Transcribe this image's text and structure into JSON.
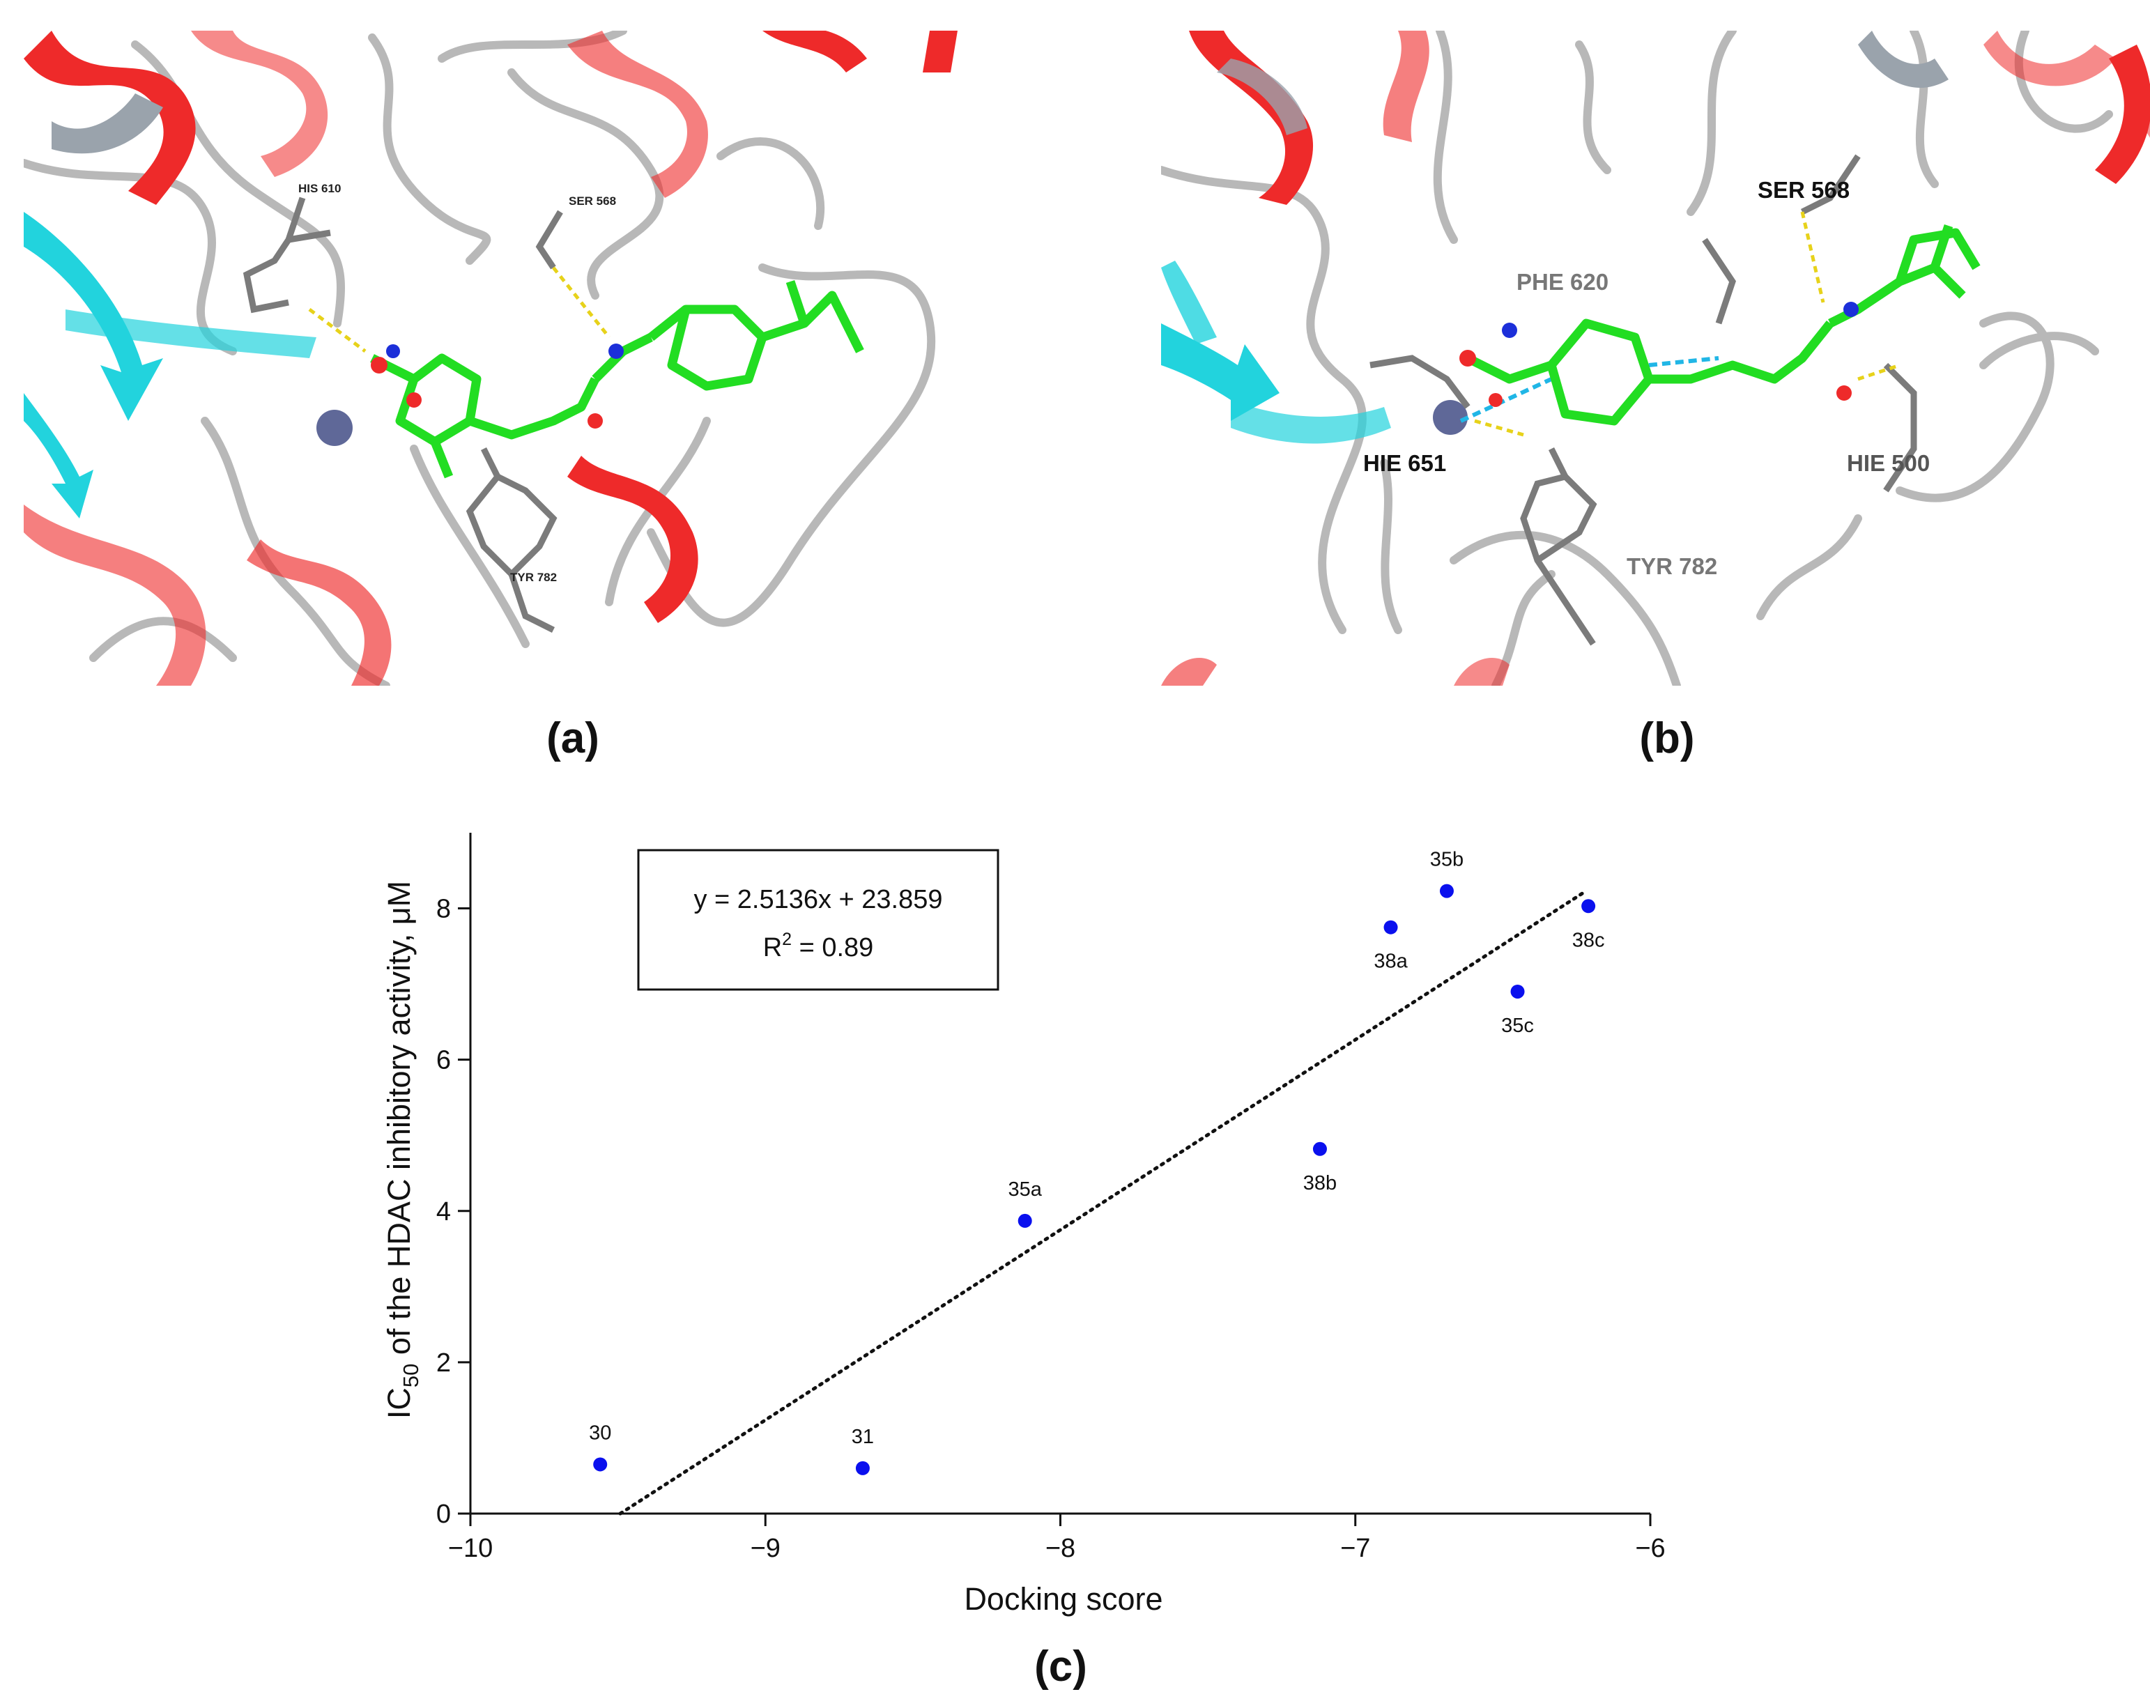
{
  "panel_a": {
    "label": "(a)",
    "residues": [
      "HIS 610",
      "SER 568",
      "TYR 782"
    ]
  },
  "panel_b": {
    "label": "(b)",
    "residues": [
      "SER 568",
      "PHE 620",
      "HIE 651",
      "HIE 500",
      "TYR 782"
    ]
  },
  "panel_c": {
    "label": "(c)"
  },
  "colors": {
    "helix": "#ee2a2a",
    "sheet": "#22d3dd",
    "coil": "#b5b5b5",
    "ligand": "#22dd22",
    "point": "#0a10ee",
    "hbond": "#e7d21a",
    "pi_bond": "#20b6e6",
    "zinc": "#5f6898"
  },
  "chart_data": {
    "type": "scatter",
    "xlabel": "Docking score",
    "ylabel_prefix": "IC",
    "ylabel_subscript": "50",
    "ylabel_suffix": " of the HDAC inhibitory activity, μM",
    "xlim": [
      -10,
      -6
    ],
    "ylim": [
      0,
      9
    ],
    "x_ticks": [
      -10,
      -9,
      -8,
      -7,
      -6
    ],
    "x_tick_labels": [
      "−10",
      "−9",
      "−8",
      "−7",
      "−6"
    ],
    "y_ticks": [
      0,
      2,
      4,
      6,
      8
    ],
    "y_tick_labels": [
      "0",
      "2",
      "4",
      "6",
      "8"
    ],
    "points": [
      {
        "label": "30",
        "x": -9.56,
        "y": 0.65
      },
      {
        "label": "31",
        "x": -8.67,
        "y": 0.6
      },
      {
        "label": "35a",
        "x": -8.12,
        "y": 3.87
      },
      {
        "label": "38b",
        "x": -7.12,
        "y": 4.82
      },
      {
        "label": "38a",
        "x": -6.88,
        "y": 7.75
      },
      {
        "label": "35b",
        "x": -6.69,
        "y": 8.23
      },
      {
        "label": "35c",
        "x": -6.45,
        "y": 6.9
      },
      {
        "label": "38c",
        "x": -6.21,
        "y": 8.03
      }
    ],
    "trendline": {
      "slope": 2.5136,
      "intercept": 23.859,
      "style": "dotted"
    },
    "equation_line1": "y = 2.5136x + 23.859",
    "equation_r_prefix": "R",
    "equation_r_superscript": "2",
    "equation_r_suffix": " = 0.89",
    "grid": false
  }
}
